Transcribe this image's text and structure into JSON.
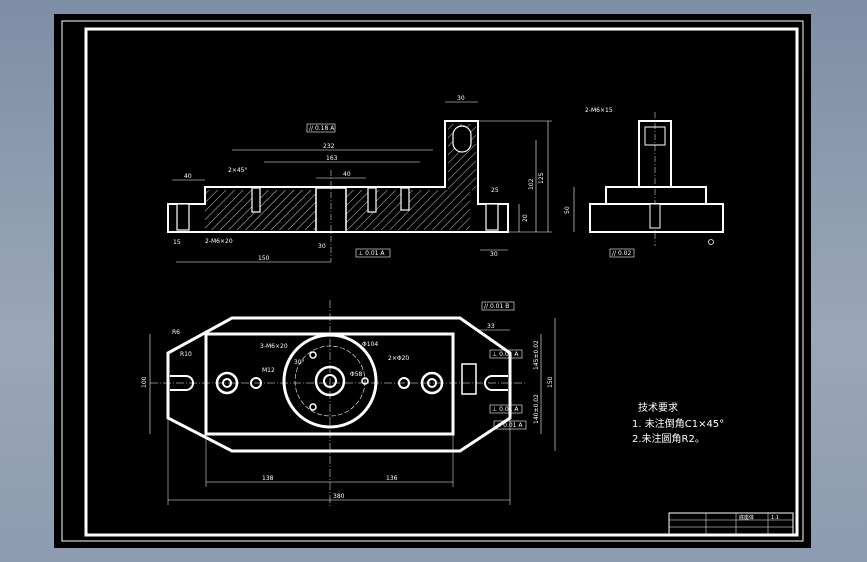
{
  "colors": {
    "background": "#8a98ad",
    "paper": "#000000",
    "lines": "#ffffff",
    "dim_lines": "#ffffff"
  },
  "front_view": {
    "dims": {
      "d_40_left": "40",
      "d_2x45": "2×45°",
      "d_232": "232",
      "d_163": "163",
      "d_40_mid": "40",
      "d_30_top": "30",
      "d_125": "125",
      "d_102": "102",
      "d_25": "25",
      "d_20": "20",
      "d_30_right": "30",
      "d_15": "15",
      "d_150": "150",
      "d_30_bottom": "30",
      "d_m6": "2-M6×20"
    },
    "tolerances": {
      "top_parallel": "// 0.18 A",
      "bottom_flatness": "⊥ 0.01 A"
    }
  },
  "side_view": {
    "dims": {
      "d_m6x15": "2-M6×15",
      "d_50": "50",
      "d_tol": "// 0.02"
    }
  },
  "top_view": {
    "dims": {
      "d_3m6": "3-M6×20",
      "d_hole104": "Φ104",
      "d_2x20": "2×Φ20",
      "d_M12": "M12",
      "d_phi58": "Φ58",
      "d_30deg": "30°",
      "d_r6": "R6",
      "d_r10": "R10",
      "d_33": "33",
      "d_100": "100",
      "d_150_right": "150",
      "d_1450": "145±0.02",
      "d_1400": "140±0.02",
      "d_138_left": "138",
      "d_136_right": "136",
      "d_380": "380"
    },
    "tolerances": {
      "t1": "// 0.01 B",
      "t2": "⊥ 0.01 A",
      "t3": "⊥ 0.01 A",
      "t4": "⊥ 0.01 A"
    }
  },
  "tech_notes": {
    "title": "技术要求",
    "line1": "1. 未注倒角C1×45°",
    "line2": "2.未注圆角R2。"
  },
  "title_block": {
    "part_name": "底座体",
    "sheet": "1:1"
  }
}
